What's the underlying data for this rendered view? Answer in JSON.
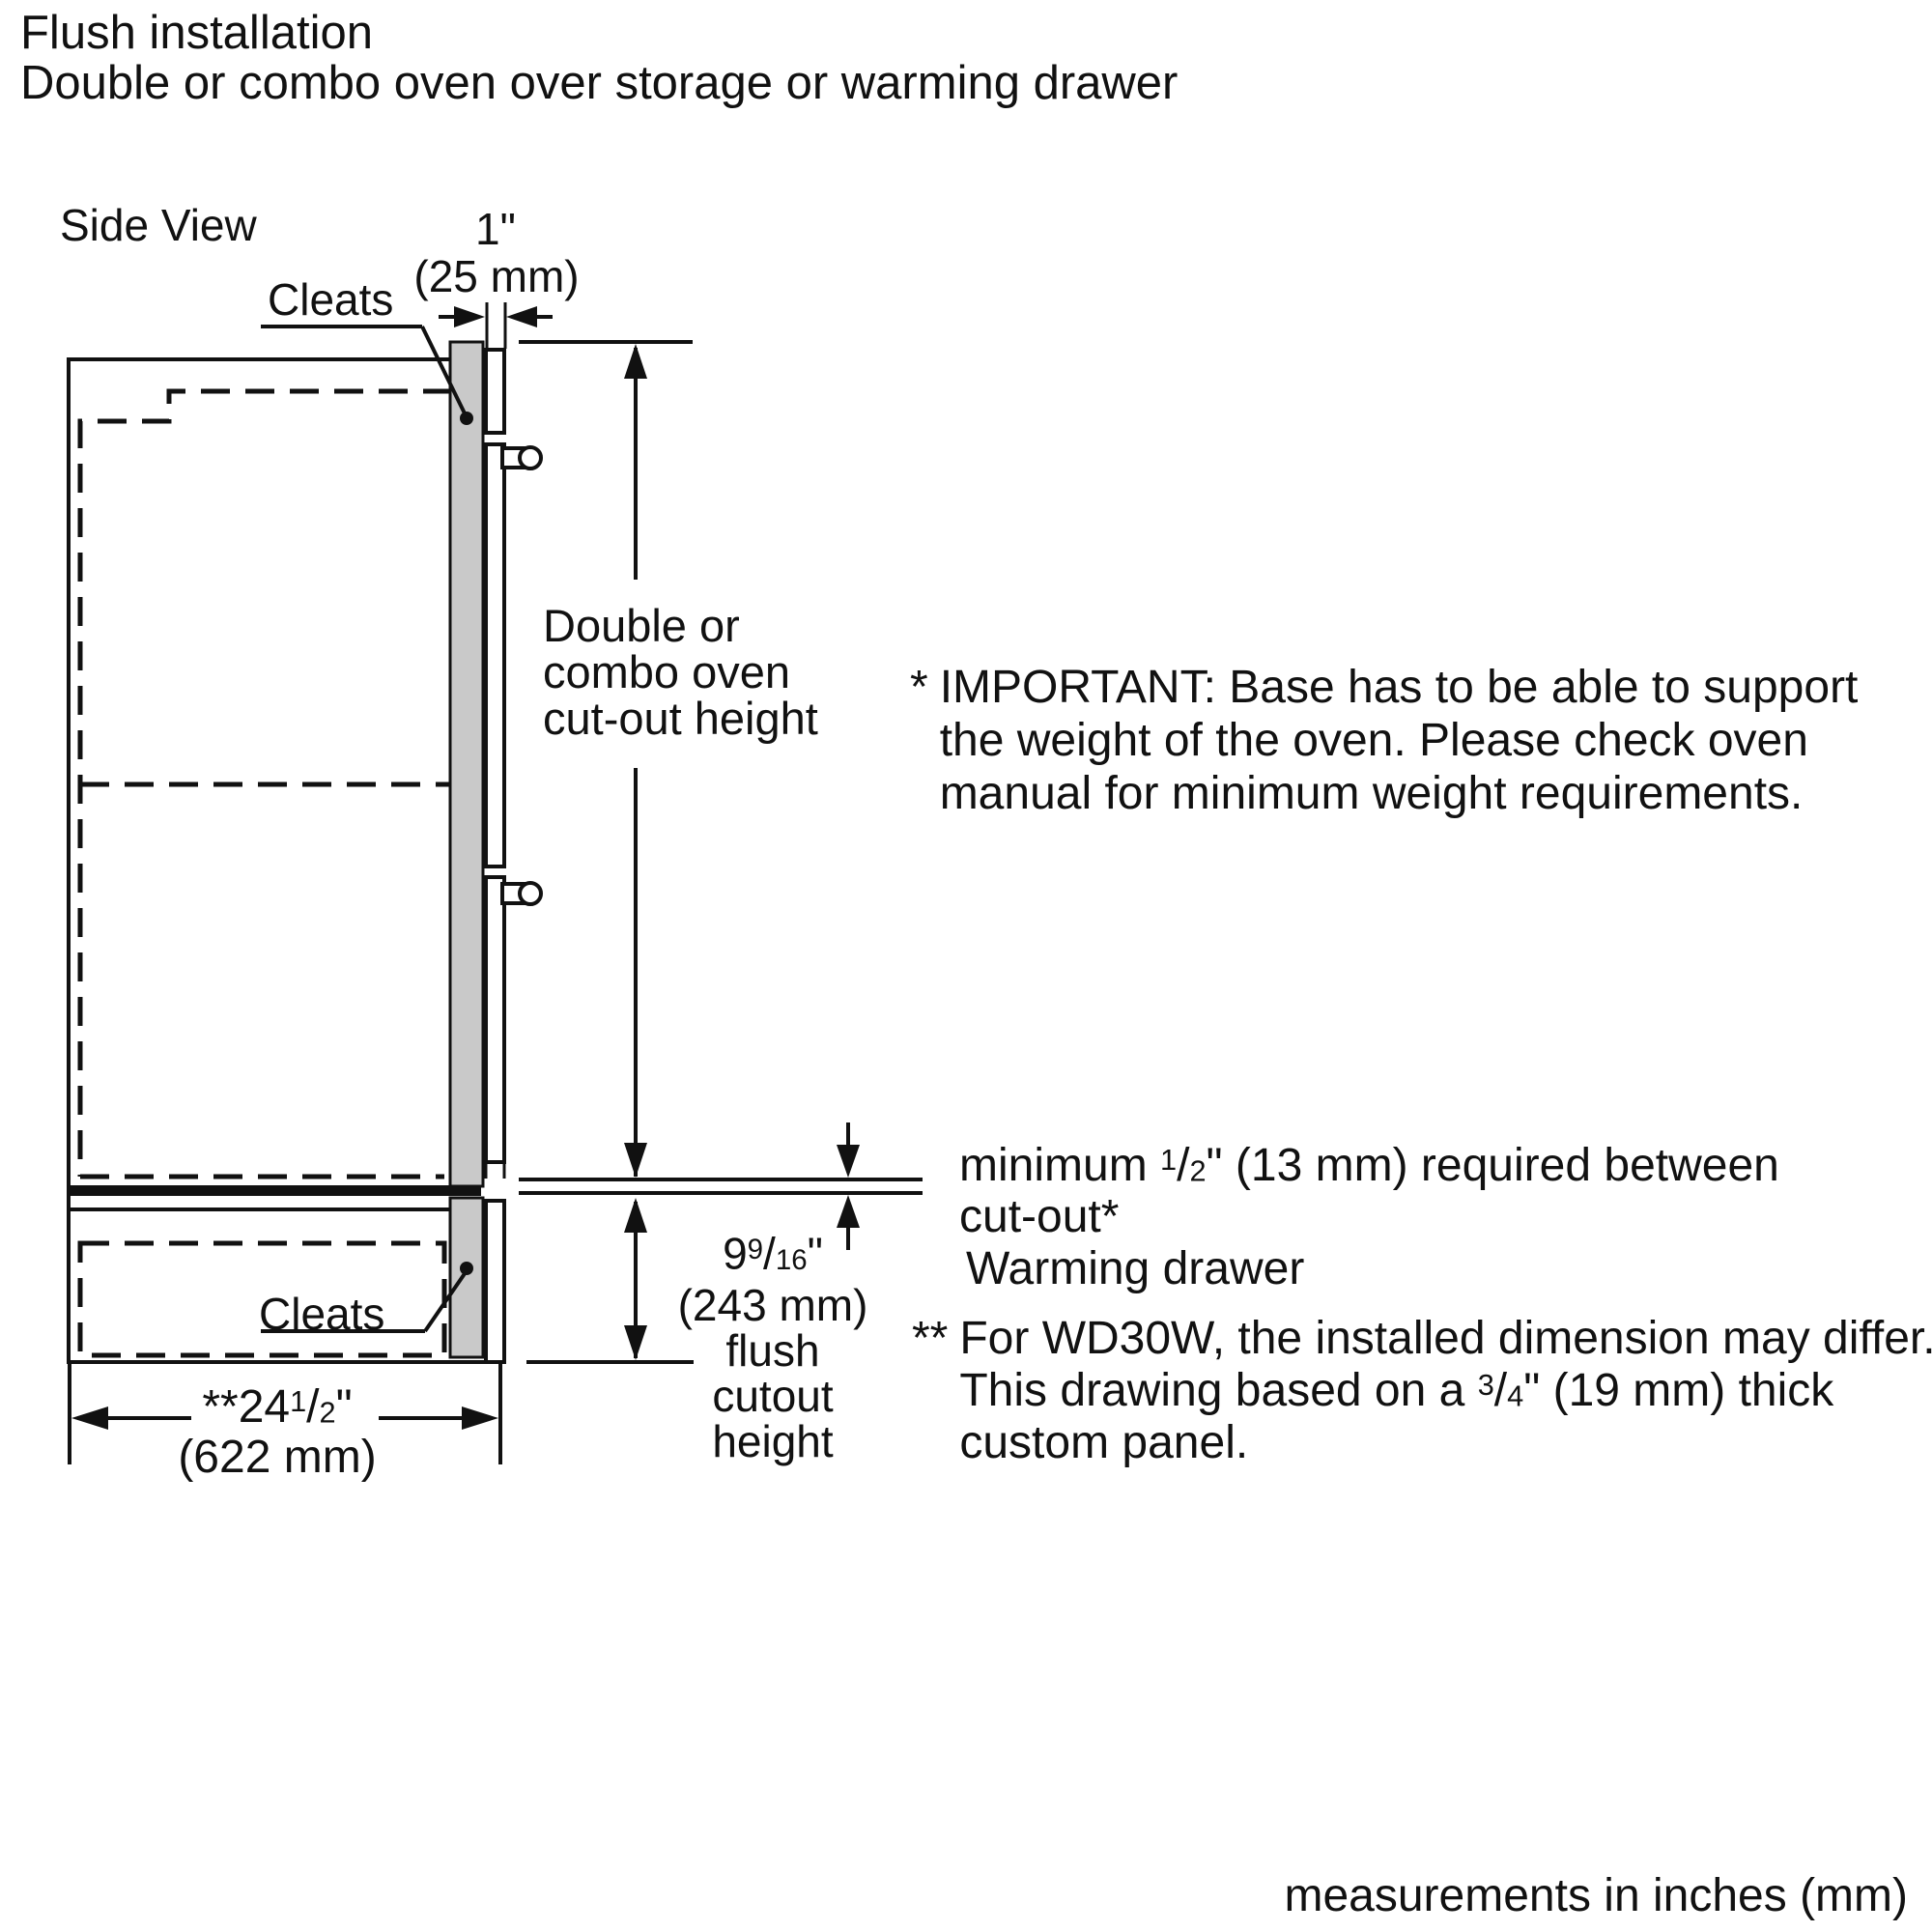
{
  "header": {
    "line1": "Flush installation",
    "line2": "Double or combo oven over storage or warming drawer"
  },
  "side_view_label": "Side View",
  "cleats_top": "Cleats",
  "cleats_bottom": "Cleats",
  "top_dim": {
    "inches": "1\"",
    "mm": "(25 mm)"
  },
  "cutout_height_label": {
    "l1": "Double or",
    "l2": "combo oven",
    "l3": "cut-out height"
  },
  "important_note": {
    "marker": "*",
    "l1": "IMPORTANT: Base has to be able to support",
    "l2": "the weight of the oven. Please check oven",
    "l3": "manual for minimum weight requirements."
  },
  "gap_note": {
    "pre": "minimum ",
    "sup": "1",
    "slash": "/",
    "sub": "2",
    "post": "\" (13 mm) required between",
    "l2": "cut-out*"
  },
  "warming_drawer_label": "Warming drawer",
  "wd30w_note": {
    "marker": "**",
    "l1": "For WD30W, the installed dimension may differ.",
    "l2a": "This drawing based on a ",
    "sup": "3",
    "slash": "/",
    "sub": "4",
    "l2b": "\" (19 mm) thick",
    "l3": "custom panel."
  },
  "flush_dim": {
    "whole": "9",
    "sup": "9",
    "slash": "/",
    "sub": "16",
    "unit": "\"",
    "mm": "(243 mm)",
    "l1": "flush",
    "l2": "cutout",
    "l3": "height"
  },
  "width_dim": {
    "pre": "**24",
    "sup": "1",
    "slash": "/",
    "sub": "2",
    "unit": "\"",
    "mm": "(622 mm)"
  },
  "footer": {
    "units_note": "measurements in inches (mm)"
  },
  "colors": {
    "line": "#111111",
    "panel_fill": "#c9c9c9",
    "background": "#ffffff"
  }
}
